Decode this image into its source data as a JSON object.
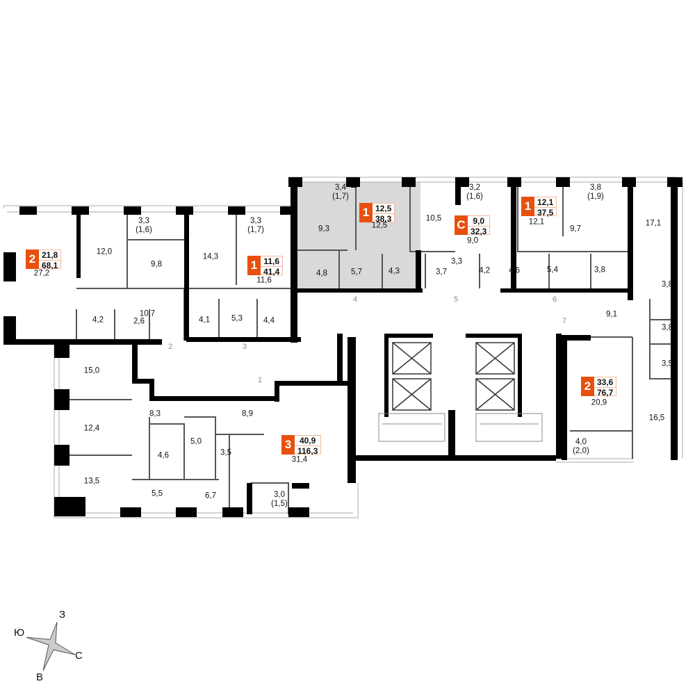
{
  "apartments": [
    {
      "rooms": "2",
      "living_area": "21,8",
      "total_area": "68,1"
    },
    {
      "rooms": "1",
      "living_area": "11,6",
      "total_area": "41,4"
    },
    {
      "rooms": "1",
      "living_area": "12,5",
      "total_area": "38,3"
    },
    {
      "rooms": "С",
      "living_area": "9,0",
      "total_area": "32,3"
    },
    {
      "rooms": "1",
      "living_area": "12,1",
      "total_area": "37,5"
    },
    {
      "rooms": "2",
      "living_area": "33,6",
      "total_area": "76,7"
    },
    {
      "rooms": "3",
      "living_area": "40,9",
      "total_area": "116,3"
    }
  ],
  "rooms": {
    "a1": [
      "27,2",
      "12,0",
      "9,8",
      "10,7",
      "4,2",
      "2,6"
    ],
    "a1_balcony": [
      "3,3",
      "(1,6)"
    ],
    "a2": [
      "14,3",
      "11,6",
      "4,1",
      "5,3",
      "4,4"
    ],
    "a2_balcony": [
      "3,3",
      "(1,7)"
    ],
    "a3": [
      "9,3",
      "12,5",
      "4,8",
      "5,7",
      "4,3"
    ],
    "a3_balcony": [
      "3,4",
      "(1,7)"
    ],
    "a4": [
      "10,5",
      "9,0",
      "3,7",
      "3,3",
      "4,2"
    ],
    "a4_balcony": [
      "3,2",
      "(1,6)"
    ],
    "a5": [
      "12,1",
      "9,7",
      "4,6",
      "5,4",
      "3,8"
    ],
    "a5_balcony": [
      "3,8",
      "(1,9)"
    ],
    "a6": [
      "17,1",
      "3,8",
      "9,1",
      "3,8",
      "3,5",
      "20,9",
      "16,5"
    ],
    "a6_balcony": [
      "4,0",
      "(2,0)"
    ],
    "a7": [
      "15,0",
      "12,4",
      "13,5",
      "8,3",
      "8,9",
      "5,0",
      "4,6",
      "3,5",
      "5,5",
      "6,7",
      "31,4"
    ],
    "a7_balcony": [
      "3,0",
      "(1,5)"
    ]
  },
  "entrance_doors": [
    "1",
    "2",
    "3",
    "4",
    "5",
    "6",
    "7"
  ],
  "compass": {
    "top": "З",
    "left": "Ю",
    "right": "С",
    "bottom": "В"
  },
  "colors": {
    "accent": "#e8500e",
    "highlight_fill": "#d9d9d9",
    "wall": "#000000"
  }
}
